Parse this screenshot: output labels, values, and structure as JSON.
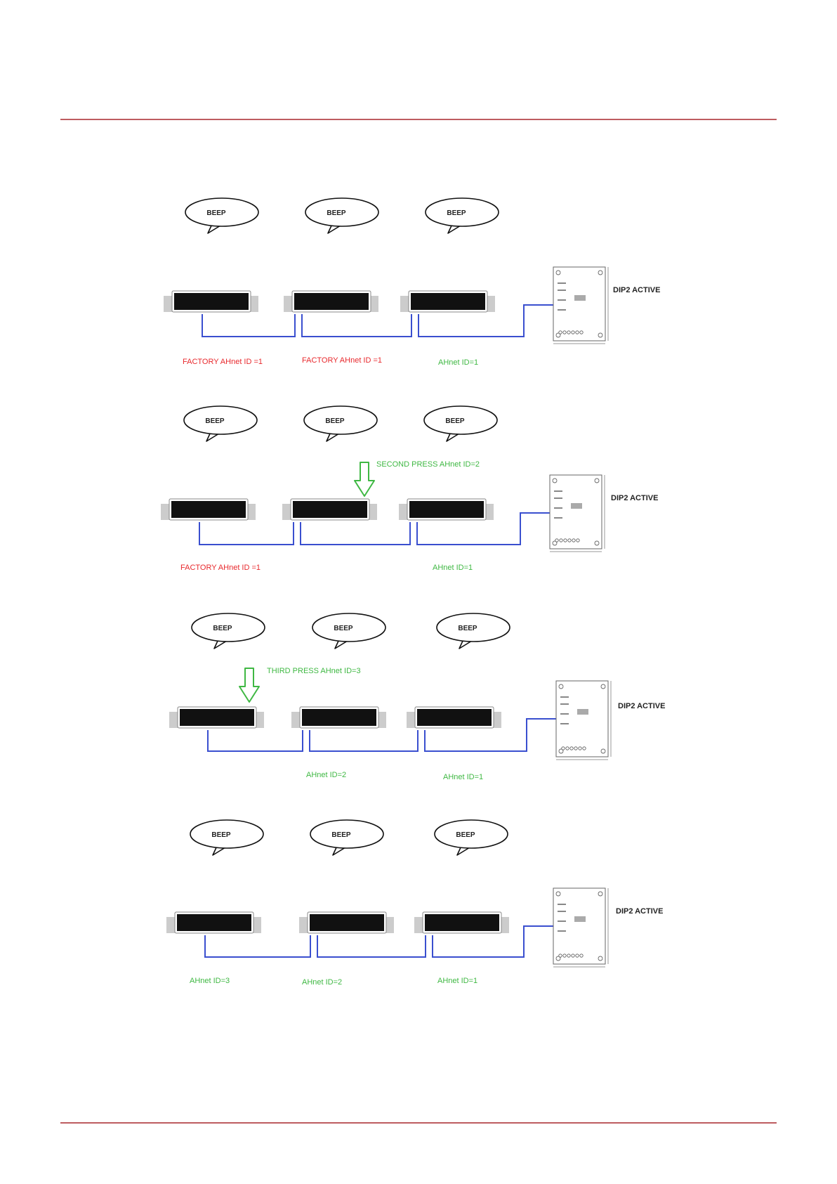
{
  "colors": {
    "rule": "#a8262b",
    "cable": "#3a4fcf",
    "factory_label": "#e8292d",
    "id_label": "#3fb843",
    "press_arrow": "#3fb843",
    "unit_body": "#111111",
    "unit_base": "#cccccc",
    "bubble_outline": "#111111"
  },
  "bubble_text": "BEEP",
  "controller_icon": "panel-icon",
  "arrow_icon": "down-arrow-icon",
  "panels": [
    {
      "title": "DIP2 ACTIVE",
      "labels": [
        {
          "text": "FACTORY AHnet ID =1",
          "kind": "factory"
        },
        {
          "text": "FACTORY AHnet ID =1",
          "kind": "factory"
        },
        {
          "text": "AHnet ID=1",
          "kind": "id"
        }
      ],
      "press": null
    },
    {
      "title": "DIP2 ACTIVE",
      "labels": [
        {
          "text": "FACTORY AHnet ID =1",
          "kind": "factory"
        },
        {
          "text": "AHnet ID=1",
          "kind": "id"
        }
      ],
      "press": {
        "text": "SECOND PRESS AHnet ID=2"
      }
    },
    {
      "title": "DIP2 ACTIVE",
      "labels": [
        {
          "text": "AHnet ID=2",
          "kind": "id"
        },
        {
          "text": "AHnet ID=1",
          "kind": "id"
        }
      ],
      "press": {
        "text": "THIRD PRESS AHnet ID=3"
      }
    },
    {
      "title": "DIP2 ACTIVE",
      "labels": [
        {
          "text": "AHnet ID=3",
          "kind": "id"
        },
        {
          "text": "AHnet ID=2",
          "kind": "id"
        },
        {
          "text": "AHnet ID=1",
          "kind": "id"
        }
      ],
      "press": null
    }
  ]
}
